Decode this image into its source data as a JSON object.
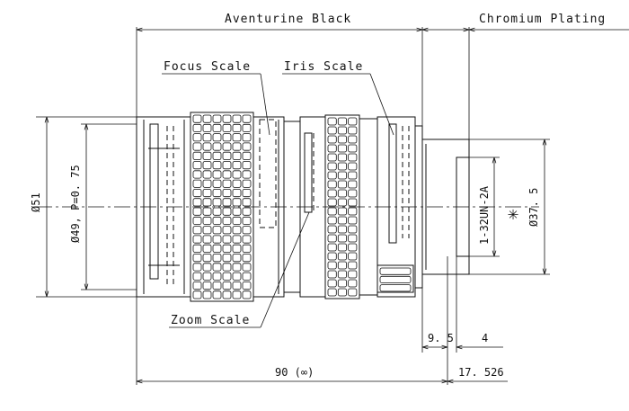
{
  "labels": {
    "finish_main": "Aventurine Black",
    "finish_mount": "Chromium Plating",
    "focus_scale": "Focus Scale",
    "iris_scale": "Iris Scale",
    "zoom_scale": "Zoom Scale"
  },
  "dimensions": {
    "outer_diameter": "Ø51",
    "filter_thread": "Ø49, P=0. 75",
    "mount_diameter": "Ø37. 5",
    "mount_thread": "1-32UN-2A",
    "asterisk": "✳",
    "length_total": "90 (∞)",
    "flange_offset": "17. 526",
    "mount_length": "9. 5",
    "thread_length": "4"
  }
}
